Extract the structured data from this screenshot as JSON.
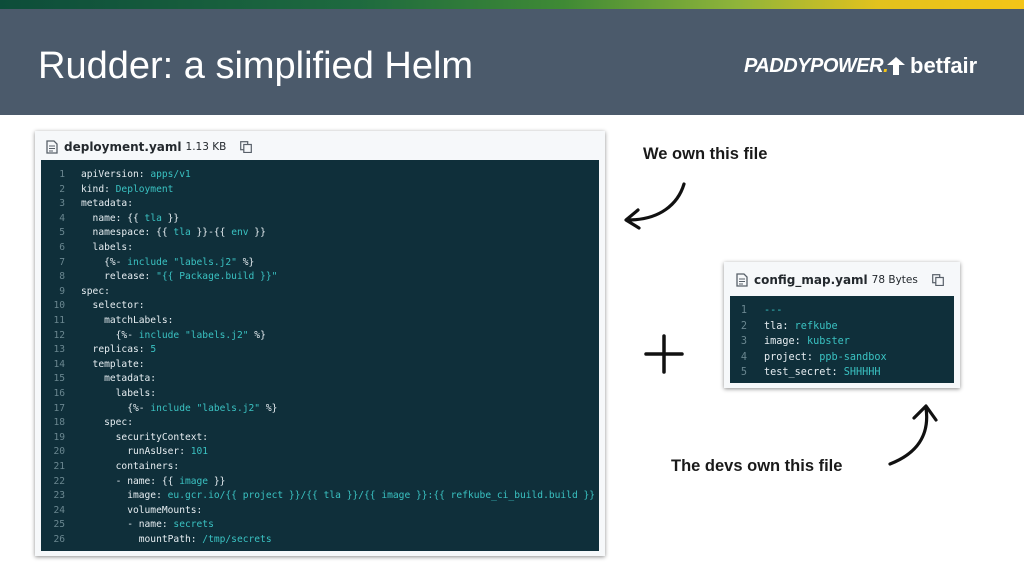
{
  "slide": {
    "title": "Rudder: a simplified Helm",
    "logos": {
      "paddypower": "PADDYPOWER",
      "paddypower_dot": ".",
      "betfair": "betfair"
    },
    "colors": {
      "header_bg": "#4b5a6b",
      "code_bg": "#0f2f3a",
      "code_value": "#3ac2c2"
    }
  },
  "deployment_file": {
    "name": "deployment.yaml",
    "size": "1.13 KB",
    "lines": [
      {
        "n": "1",
        "k": "apiVersion: ",
        "v": "apps/v1"
      },
      {
        "n": "2",
        "k": "kind: ",
        "v": "Deployment"
      },
      {
        "n": "3",
        "k": "metadata:",
        "v": ""
      },
      {
        "n": "4",
        "k": "  name: {{ ",
        "v": "tla",
        "k2": " }}"
      },
      {
        "n": "5",
        "k": "  namespace: {{ ",
        "v": "tla",
        "k2": " }}-{{ ",
        "v2": "env",
        "k3": " }}"
      },
      {
        "n": "6",
        "k": "  labels:",
        "v": ""
      },
      {
        "n": "7",
        "k": "    {%- ",
        "v": "include \"labels.j2\"",
        "k2": " %}"
      },
      {
        "n": "8",
        "k": "    release: ",
        "v": "\"{{ Package.build }}\""
      },
      {
        "n": "9",
        "k": "spec:",
        "v": ""
      },
      {
        "n": "10",
        "k": "  selector:",
        "v": ""
      },
      {
        "n": "11",
        "k": "    matchLabels:",
        "v": ""
      },
      {
        "n": "12",
        "k": "      {%- ",
        "v": "include \"labels.j2\"",
        "k2": " %}"
      },
      {
        "n": "13",
        "k": "  replicas: ",
        "v": "5"
      },
      {
        "n": "14",
        "k": "  template:",
        "v": ""
      },
      {
        "n": "15",
        "k": "    metadata:",
        "v": ""
      },
      {
        "n": "16",
        "k": "      labels:",
        "v": ""
      },
      {
        "n": "17",
        "k": "        {%- ",
        "v": "include \"labels.j2\"",
        "k2": " %}"
      },
      {
        "n": "18",
        "k": "    spec:",
        "v": ""
      },
      {
        "n": "19",
        "k": "      securityContext:",
        "v": ""
      },
      {
        "n": "20",
        "k": "        runAsUser: ",
        "v": "101"
      },
      {
        "n": "21",
        "k": "      containers:",
        "v": ""
      },
      {
        "n": "22",
        "k": "      - name: {{ ",
        "v": "image",
        "k2": " }}"
      },
      {
        "n": "23",
        "k": "        image: ",
        "v": "eu.gcr.io/{{ project }}/{{ tla }}/{{ image }}:{{ refkube_ci_build.build }}"
      },
      {
        "n": "24",
        "k": "        volumeMounts:",
        "v": ""
      },
      {
        "n": "25",
        "k": "        - name: ",
        "v": "secrets"
      },
      {
        "n": "26",
        "k": "          mountPath: ",
        "v": "/tmp/secrets"
      }
    ]
  },
  "config_file": {
    "name": "config_map.yaml",
    "size": "78 Bytes",
    "lines": [
      {
        "n": "1",
        "k": "",
        "v": "---"
      },
      {
        "n": "2",
        "k": "tla: ",
        "v": "refkube"
      },
      {
        "n": "3",
        "k": "image: ",
        "v": "kubster"
      },
      {
        "n": "4",
        "k": "project: ",
        "v": "ppb-sandbox"
      },
      {
        "n": "5",
        "k": "test_secret: ",
        "v": "SHHHHH"
      }
    ]
  },
  "annotations": {
    "we_own": "We own this file",
    "devs_own": "The devs own this file"
  }
}
